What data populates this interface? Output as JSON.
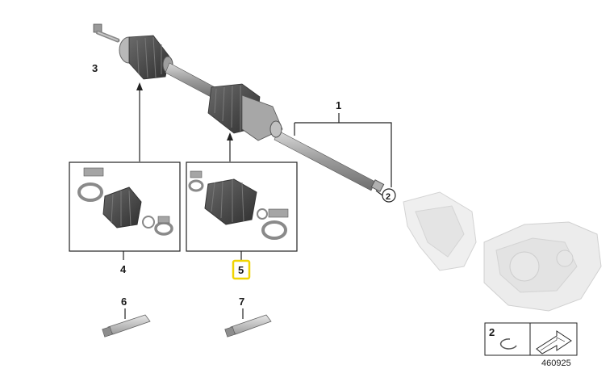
{
  "callouts": {
    "c1": "1",
    "c2": "2",
    "c3": "3",
    "c4": "4",
    "c5": "5",
    "c6": "6",
    "c7": "7"
  },
  "legend": {
    "number": "2",
    "ref_number": "460925"
  },
  "colors": {
    "highlight": "#f0d400",
    "boot": "#4a4a4a",
    "shaft": "#8a8a8a",
    "ghost": "#e6e6e6"
  },
  "selected_callout": "5"
}
